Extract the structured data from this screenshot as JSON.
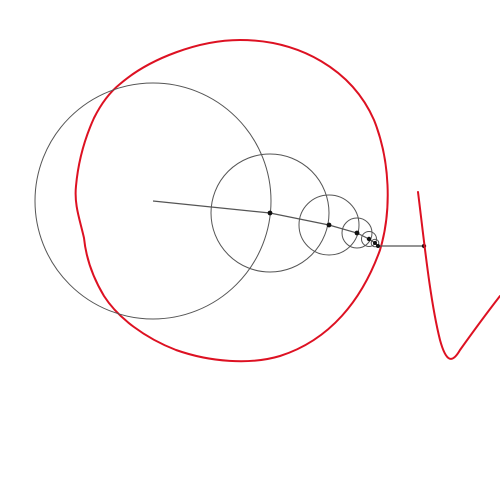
{
  "colors": {
    "background": "#ffffff",
    "epicycle": "#555555",
    "trace": "#dd1122",
    "joint": "#111111"
  },
  "visualization": {
    "kind": "fourier-epicycles",
    "epicycle_count": 6,
    "traced_shape": "closed-curve",
    "output_wave": "waveform"
  }
}
